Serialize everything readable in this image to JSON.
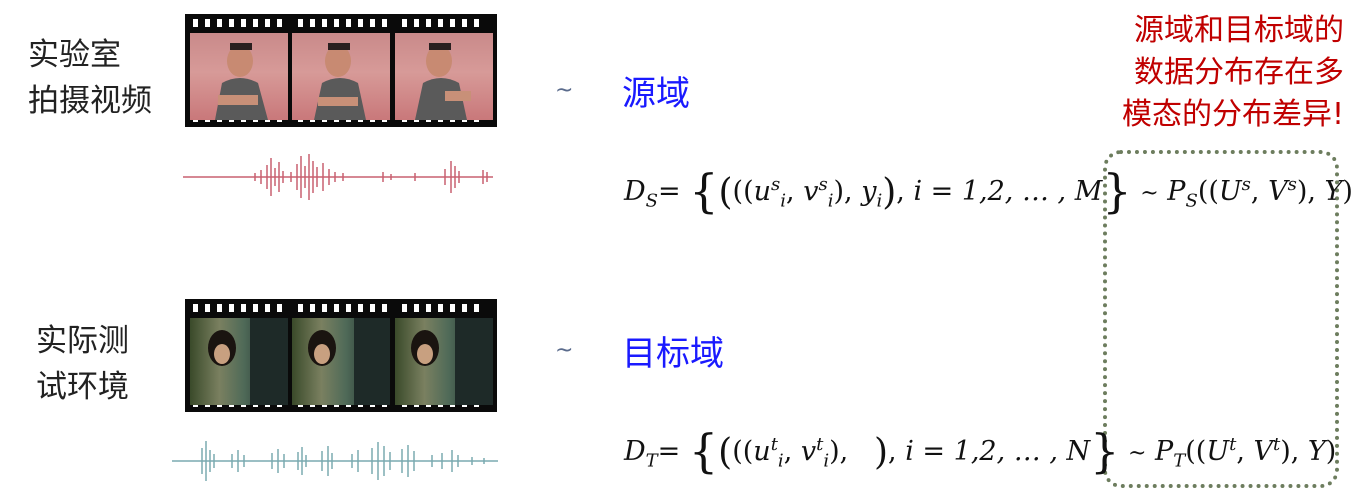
{
  "labels": {
    "source_video": [
      "实验室",
      "拍摄视频"
    ],
    "target_env": [
      "实际测",
      "试环境"
    ]
  },
  "domains": {
    "tilde": "~",
    "source": "源域",
    "target": "目标域"
  },
  "note": [
    "源域和目标域的",
    "数据分布存在多",
    "模态的分布差异!"
  ],
  "formulas": {
    "source": {
      "set_name": "D",
      "set_sub": "S",
      "u": "u",
      "v": "v",
      "sup": "s",
      "idx": "i",
      "y": "y",
      "range": "i = 1,2, … ,",
      "count": "M",
      "dist": "P",
      "dist_sub": "S",
      "U": "U",
      "V": "V",
      "Y": "Y"
    },
    "target": {
      "set_name": "D",
      "set_sub": "T",
      "u": "u",
      "v": "v",
      "sup": "t",
      "idx": "i",
      "range": "i = 1,2, … ,",
      "count": "N",
      "dist": "P",
      "dist_sub": "T",
      "U": "U",
      "V": "V",
      "Y": "Y"
    }
  },
  "colors": {
    "domain_text": "#1a1aff",
    "note_text": "#c00000",
    "dotted_box": "#6d7d5e",
    "source_wave": "#c86070",
    "target_wave": "#7aaab0"
  }
}
